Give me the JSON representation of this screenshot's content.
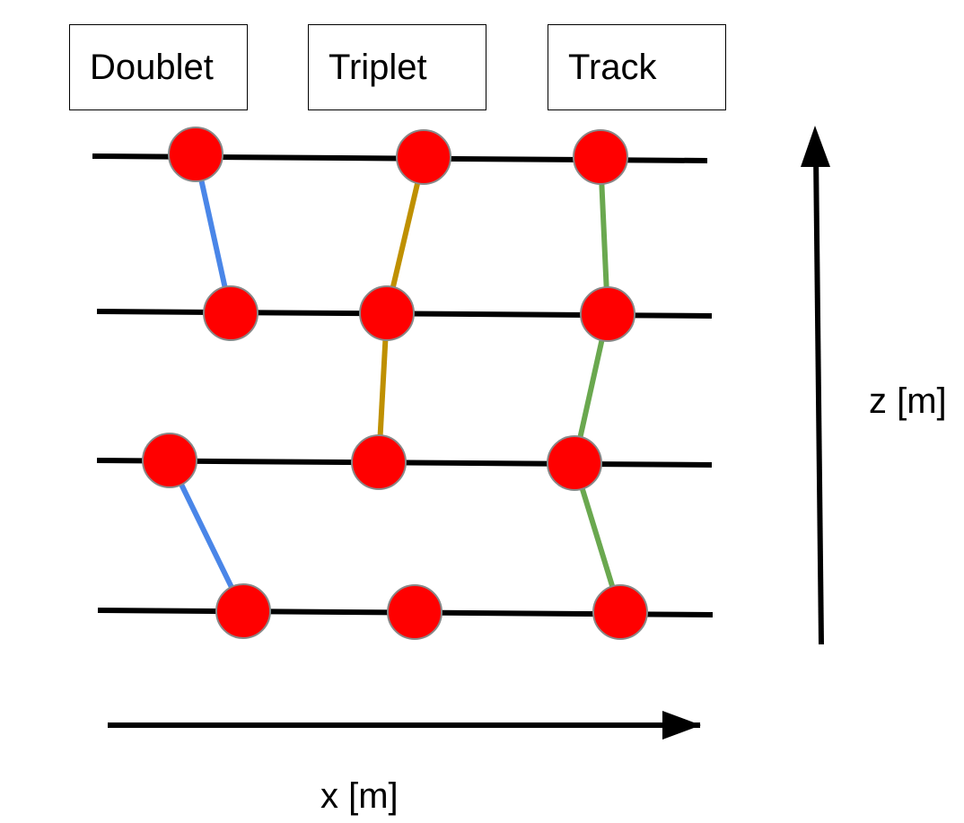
{
  "labels": {
    "doublet": "Doublet",
    "triplet": "Triplet",
    "track": "Track"
  },
  "axes": {
    "x_label": "x [m]",
    "z_label": "z [m]"
  },
  "colors": {
    "layer_line": "#000000",
    "hit_fill": "#ff0000",
    "hit_stroke": "#888888",
    "doublet_segment": "#4a86e8",
    "triplet_segment": "#bf9000",
    "track_segment": "#6aa84f"
  },
  "structure": {
    "layer_count": 4,
    "hits_per_layer": 3,
    "groups": [
      {
        "name": "doublet",
        "connections": [
          [
            0,
            1
          ],
          [
            2,
            3
          ]
        ]
      },
      {
        "name": "triplet",
        "connections": [
          [
            0,
            1
          ],
          [
            1,
            2
          ]
        ]
      },
      {
        "name": "track",
        "connections": [
          [
            0,
            1
          ],
          [
            1,
            2
          ],
          [
            2,
            3
          ]
        ]
      }
    ]
  }
}
